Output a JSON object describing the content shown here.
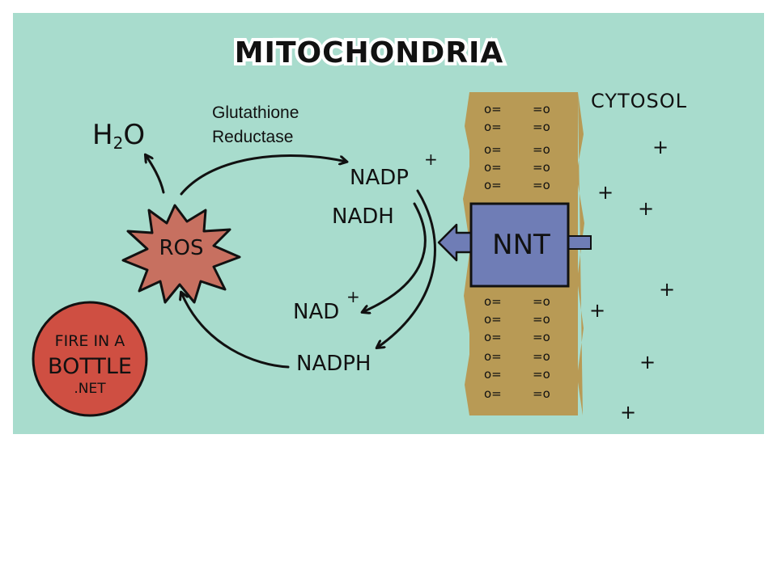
{
  "title": "MITOCHONDRIA",
  "compartments": {
    "outside": "CYTOSOL"
  },
  "enzyme_label": {
    "line1": "Glutathione",
    "line2": "Reductase"
  },
  "molecules": {
    "water_main": "H",
    "water_sub": "2",
    "water_end": "O",
    "ros": "ROS",
    "nadp_plus": "NADP",
    "nadh": "NADH",
    "nad_plus": "NAD",
    "nadph": "NADPH"
  },
  "plus_sign": "+",
  "transporter": "NNT",
  "membrane_heads": {
    "left": "o=",
    "right": "=o"
  },
  "logo": {
    "line1": "FIRE IN A",
    "line2": "BOTTLE",
    "line3": ".NET"
  },
  "colors": {
    "background": "#a8dccd",
    "membrane": "#b89a55",
    "transporter": "#6f7db6",
    "ros_star": "#c77060",
    "logo_circle": "#cf4f42"
  }
}
